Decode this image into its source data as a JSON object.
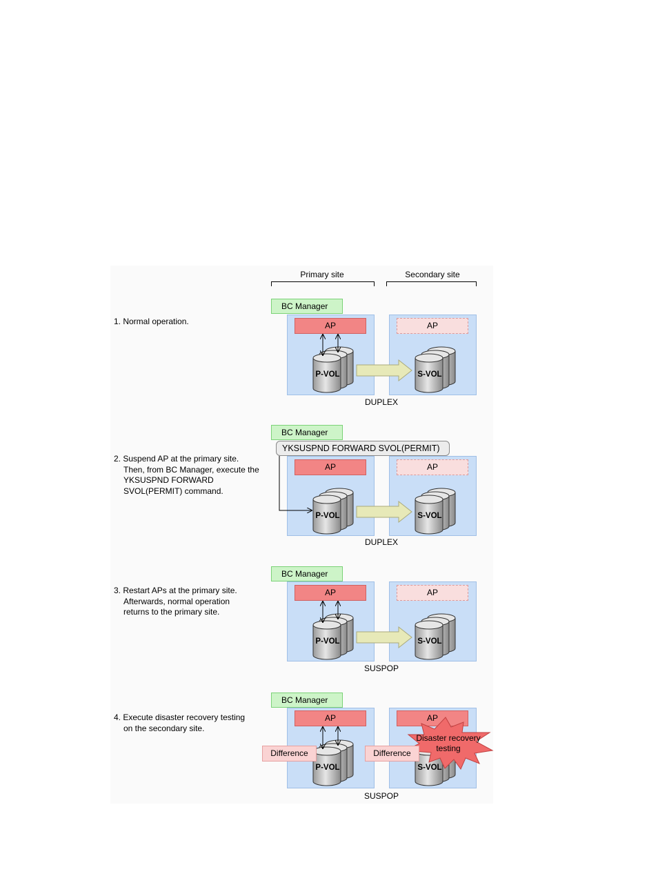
{
  "header": {
    "primary_site": "Primary site",
    "secondary_site": "Secondary site"
  },
  "steps": [
    {
      "lines": [
        "1. Normal operation."
      ],
      "bc_manager": "BC Manager",
      "ap_primary": "AP",
      "ap_secondary": "AP",
      "pvol": "P-VOL",
      "svol": "S-VOL",
      "state": "DUPLEX"
    },
    {
      "lines": [
        "2. Suspend AP at the primary site.",
        "Then, from BC Manager, execute the",
        "YKSUSPND FORWARD",
        "SVOL(PERMIT) command."
      ],
      "bc_manager": "BC Manager",
      "command": "YKSUSPND FORWARD SVOL(PERMIT)",
      "ap_primary": "AP",
      "ap_secondary": "AP",
      "pvol": "P-VOL",
      "svol": "S-VOL",
      "state": "DUPLEX"
    },
    {
      "lines": [
        "3. Restart APs at the primary site.",
        "Afterwards, normal operation",
        "returns to the primary site."
      ],
      "bc_manager": "BC Manager",
      "ap_primary": "AP",
      "ap_secondary": "AP",
      "pvol": "P-VOL",
      "svol": "S-VOL",
      "state": "SUSPOP"
    },
    {
      "lines": [
        "4. Execute disaster recovery testing",
        "on the secondary site."
      ],
      "bc_manager": "BC Manager",
      "ap_primary": "AP",
      "ap_secondary": "AP",
      "difference_primary": "Difference",
      "difference_secondary": "Difference",
      "burst_line1": "Disaster recovery",
      "burst_line2": "testing",
      "pvol": "P-VOL",
      "svol": "S-VOL",
      "state": "SUSPOP"
    }
  ],
  "colors": {
    "site_box": "#c9def7",
    "bc_manager": "#cdf4c8",
    "ap_active": "#f28585",
    "ap_inactive": "#f9dede",
    "difference": "#fad3d3",
    "copy_arrow": "#e7e9b8",
    "burst": "#f06a6a"
  }
}
